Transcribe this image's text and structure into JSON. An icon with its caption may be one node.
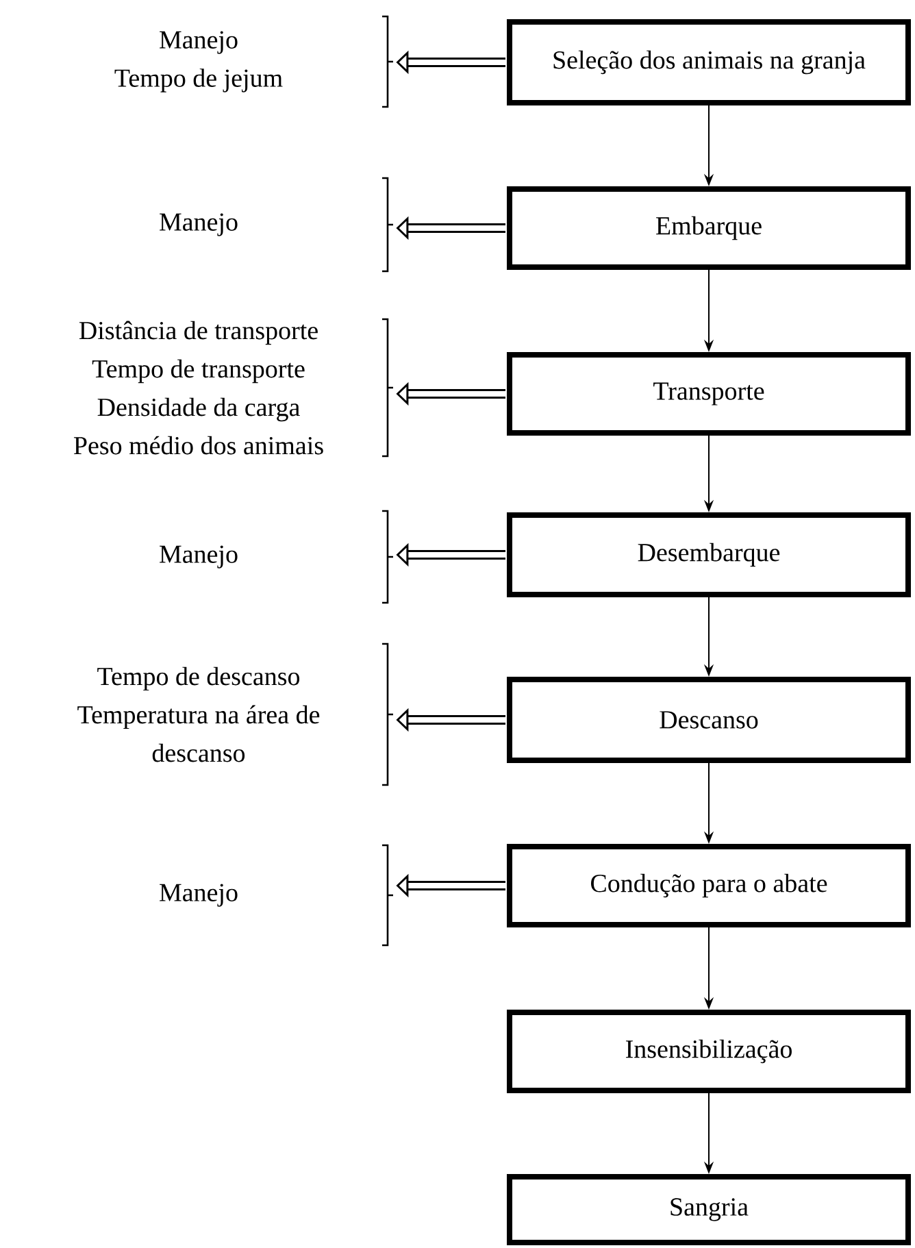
{
  "diagram": {
    "nodes": [
      {
        "text": [
          "Seleção dos animais na granja"
        ]
      },
      {
        "text": [
          "Embarque"
        ]
      },
      {
        "text": [
          "Transporte"
        ]
      },
      {
        "text": [
          "Desembarque"
        ]
      },
      {
        "text": [
          "Descanso"
        ]
      },
      {
        "text": [
          "Condução para o abate"
        ]
      },
      {
        "text": [
          "Insensibilização"
        ]
      },
      {
        "text": [
          "Sangria"
        ]
      },
      {
        "text": [
          "Manejo",
          "Tempo de jejum"
        ]
      },
      {
        "text": [
          "Manejo"
        ]
      },
      {
        "text": [
          "Distância de transporte",
          "Tempo de transporte",
          "Densidade da carga",
          "Peso médio dos animais"
        ]
      },
      {
        "text": [
          "Manejo"
        ]
      },
      {
        "text": [
          "Tempo de descanso",
          "Temperatura na área de descanso"
        ]
      },
      {
        "text": [
          "Manejo"
        ]
      }
    ],
    "edges": [
      {
        "from": 0,
        "to": 1,
        "arrow": "to"
      },
      {
        "from": 1,
        "to": 2,
        "arrow": "to"
      },
      {
        "from": 2,
        "to": 3,
        "arrow": "to"
      },
      {
        "from": 3,
        "to": 4,
        "arrow": "to"
      },
      {
        "from": 4,
        "to": 5,
        "arrow": "to"
      },
      {
        "from": 5,
        "to": 6,
        "arrow": "to"
      },
      {
        "from": 6,
        "to": 7,
        "arrow": "to"
      },
      {
        "from": 0,
        "to": 8,
        "arrow": "to",
        "style": "thick"
      },
      {
        "from": 1,
        "to": 9,
        "arrow": "to",
        "style": "thick"
      },
      {
        "from": 2,
        "to": 10,
        "arrow": "to",
        "style": "thick"
      },
      {
        "from": 3,
        "to": 11,
        "arrow": "to",
        "style": "thick"
      },
      {
        "from": 4,
        "to": 12,
        "arrow": "to",
        "style": "thick"
      },
      {
        "from": 5,
        "to": 13,
        "arrow": "to",
        "style": "thick"
      }
    ]
  }
}
